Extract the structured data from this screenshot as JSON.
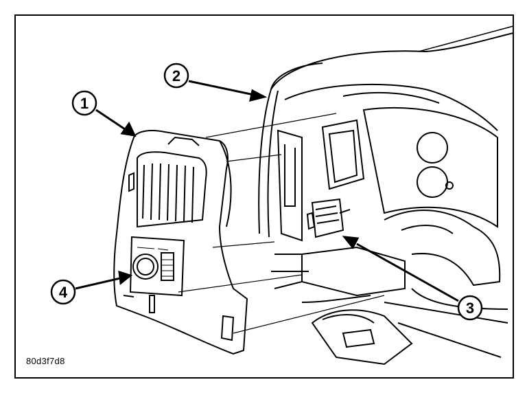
{
  "figure_code": "80d3f7d8",
  "callouts": [
    {
      "id": "1",
      "label": "1"
    },
    {
      "id": "2",
      "label": "2"
    },
    {
      "id": "3",
      "label": "3"
    },
    {
      "id": "4",
      "label": "4"
    }
  ]
}
